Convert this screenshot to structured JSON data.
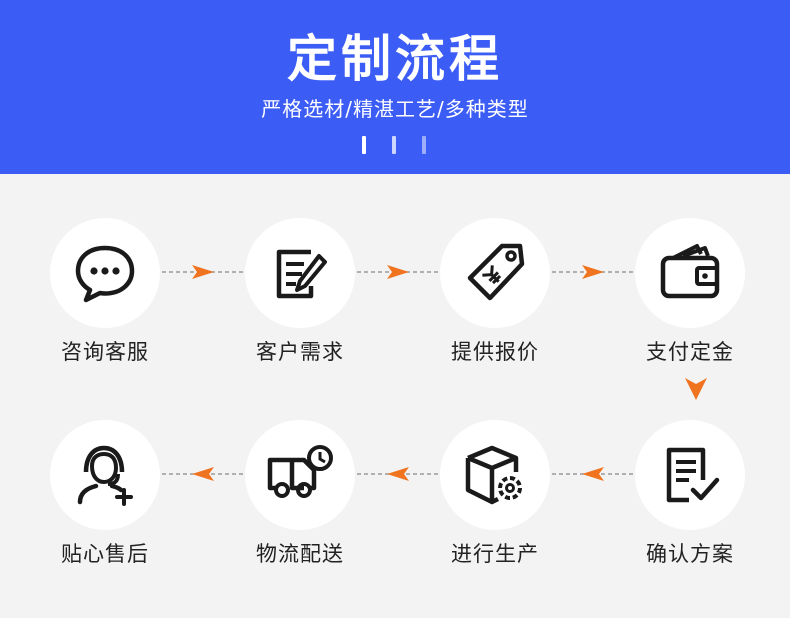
{
  "header": {
    "title": "定制流程",
    "subtitle": "严格选材/精湛工艺/多种类型",
    "accent": "#3c5cf6"
  },
  "arrow_color": "#f0731f",
  "steps": [
    {
      "label": "咨询客服",
      "icon": "chat-bubble-icon"
    },
    {
      "label": "客户需求",
      "icon": "document-pen-icon"
    },
    {
      "label": "提供报价",
      "icon": "price-tag-icon"
    },
    {
      "label": "支付定金",
      "icon": "wallet-icon"
    },
    {
      "label": "确认方案",
      "icon": "document-check-icon"
    },
    {
      "label": "进行生产",
      "icon": "box-gear-icon"
    },
    {
      "label": "物流配送",
      "icon": "delivery-truck-icon"
    },
    {
      "label": "贴心售后",
      "icon": "customer-service-headset-icon"
    }
  ]
}
